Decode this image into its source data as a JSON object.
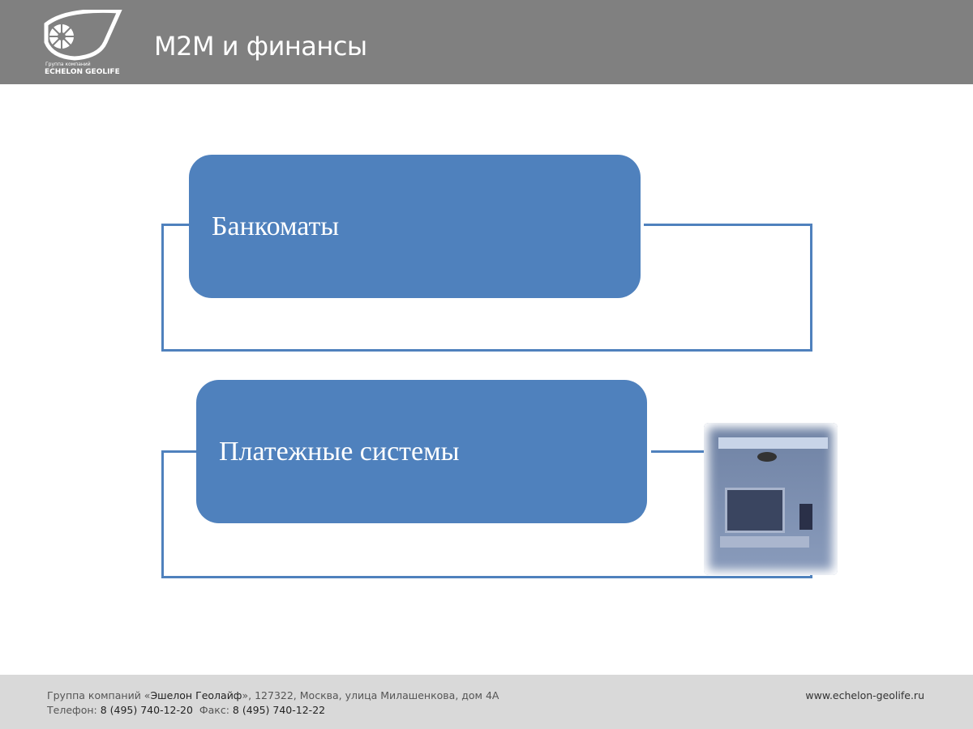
{
  "header": {
    "title": "M2M и финансы",
    "logo_caption": "Группа компаний",
    "logo_name": "ECHELON GEOLIFE"
  },
  "items": [
    {
      "label": "Банкоматы"
    },
    {
      "label": "Платежные системы"
    }
  ],
  "image": {
    "icon": "atm-photo"
  },
  "footer": {
    "company_prefix": "Группа компаний «",
    "company_name": "Эшелон Геолайф",
    "company_suffix": "», 127322, Москва, улица Милашенкова, дом 4А",
    "phone_label": "Телефон: ",
    "phone": "8 (495) 740-12-20",
    "fax_label": "  Факс: ",
    "fax": "8 (495) 740-12-22",
    "website": "www.echelon-geolife.ru"
  },
  "colors": {
    "accent": "#4f81bd",
    "header": "#808080",
    "footer": "#d9d9d9"
  }
}
